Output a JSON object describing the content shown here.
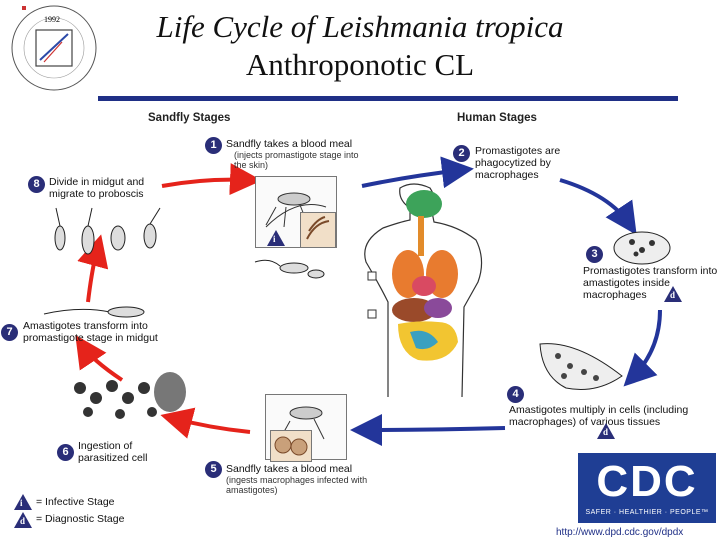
{
  "title": {
    "line1": "Life Cycle of Leishmania tropica",
    "line2": "Anthroponotic CL"
  },
  "logo": {
    "year": "1992"
  },
  "diagram": {
    "sandfly_header": "Sandfly Stages",
    "human_header": "Human Stages",
    "steps": [
      {
        "num": "1",
        "text": "Sandfly takes a blood meal",
        "sub": "(injects promastigote stage into the skin)"
      },
      {
        "num": "2",
        "text": "Promastigotes are phagocytized by macrophages"
      },
      {
        "num": "3",
        "text": "Promastigotes transform into amastigotes inside macrophages"
      },
      {
        "num": "4",
        "text": "Amastigotes multiply in cells (including macrophages) of various tissues"
      },
      {
        "num": "5",
        "text": "Sandfly takes a blood meal",
        "sub": "(ingests macrophages infected with amastigotes)"
      },
      {
        "num": "6",
        "text": "Ingestion of parasitized cell"
      },
      {
        "num": "7",
        "text": "Amastigotes transform into promastigote stage in midgut"
      },
      {
        "num": "8",
        "text": "Divide in midgut and migrate to proboscis"
      }
    ],
    "legend": [
      {
        "mark": "i",
        "text": "= Infective Stage"
      },
      {
        "mark": "d",
        "text": "= Diagnostic Stage"
      }
    ],
    "colors": {
      "red_arrow": "#e5231b",
      "blue_arrow": "#23359a",
      "badge": "#2a2e78"
    }
  },
  "cdc": {
    "logo_text": "CDC",
    "tagline": "SAFER · HEALTHIER · PEOPLE™",
    "url": "http://www.dpd.cdc.gov/dpdx"
  }
}
